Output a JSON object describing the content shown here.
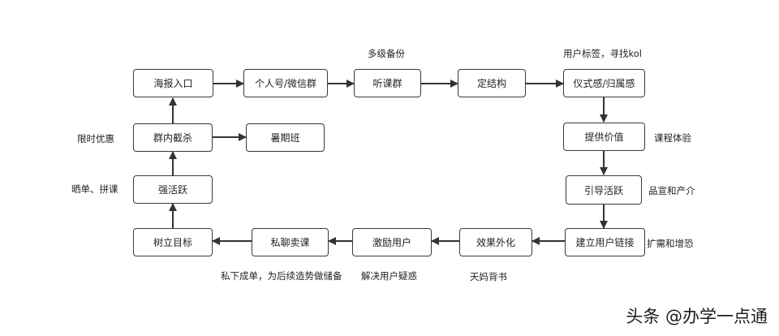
{
  "nodes": {
    "haibao": "海报入口",
    "geren": "个人号/微信群",
    "tingke": "听课群",
    "dingjiegou": "定结构",
    "yishigan": "仪式感/归属感",
    "qunnei": "群内截杀",
    "shuqi": "暑期班",
    "tigong": "提供价值",
    "qianghuo": "强活跃",
    "yindao": "引导活跃",
    "shuli": "树立目标",
    "siliao": "私聊卖课",
    "jili": "激励用户",
    "xiaoguo": "效果外化",
    "jianli": "建立用户链接"
  },
  "notes": {
    "duoji": "多级备份",
    "biaoqian": "用户标签，寻找kol",
    "xianshi": "限时优惠",
    "shaidan": "晒单、拼课",
    "kecheng": "课程体验",
    "pinxuan": "品宣和产介",
    "kuoxu": "扩需和增恐",
    "sixia": "私下成单，为后续造势做储备",
    "jiejue": "解决用户疑惑",
    "tianma": "天妈背书"
  },
  "watermark": "头条 @办学一点通"
}
